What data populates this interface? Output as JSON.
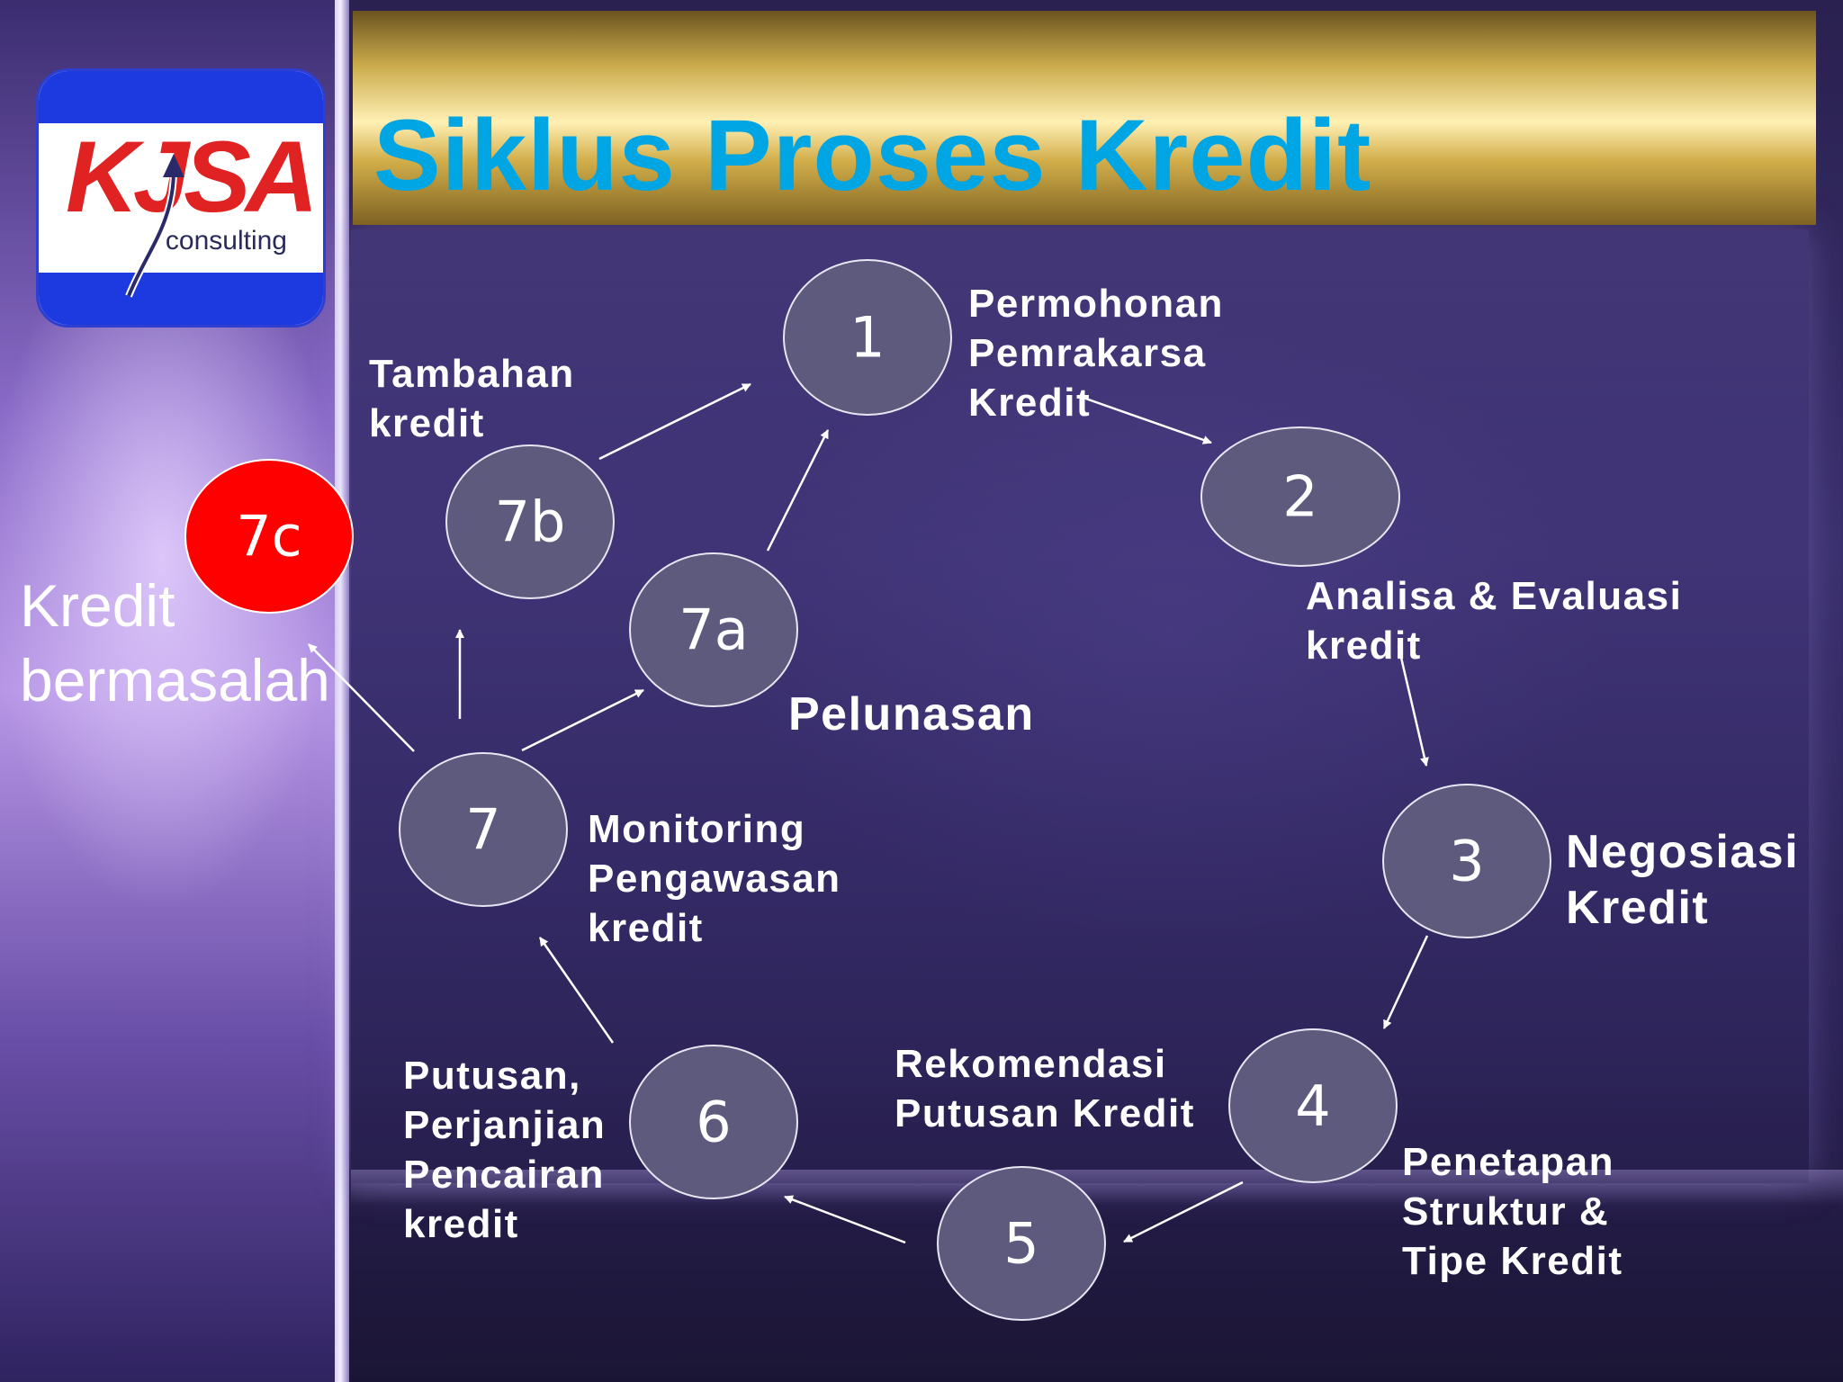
{
  "title": "Siklus Proses Kredit",
  "logo": {
    "word": "KJSA",
    "subtitle": "consulting"
  },
  "colors": {
    "title_blue": "#00a6e4",
    "node_fill": "#5e5a7e",
    "alert_red": "#ff0000",
    "gold": "#d2ae4a",
    "logo_blue": "#1d3ae0",
    "logo_red": "#e02222"
  },
  "nodes": [
    {
      "id": "1",
      "label": "1"
    },
    {
      "id": "2",
      "label": "2"
    },
    {
      "id": "3",
      "label": "3"
    },
    {
      "id": "4",
      "label": "4"
    },
    {
      "id": "5",
      "label": "5"
    },
    {
      "id": "6",
      "label": "6"
    },
    {
      "id": "7",
      "label": "7"
    },
    {
      "id": "7a",
      "label": "7a"
    },
    {
      "id": "7b",
      "label": "7b"
    },
    {
      "id": "7c",
      "label": "7c"
    }
  ],
  "labels": {
    "n1": "Permohonan\nPemrakarsa\nKredit",
    "n2": "Analisa & Evaluasi\nkredit",
    "n3": "Negosiasi\nKredit",
    "n4": "Penetapan\nStruktur &\nTipe Kredit",
    "n5": "Rekomendasi\nPutusan Kredit",
    "n6": "Putusan,\nPerjanjian\nPencairan\nkredit",
    "n7": "Monitoring\nPengawasan\nkredit",
    "n7a": "Pelunasan",
    "n7b": "Tambahan\nkredit",
    "n7c": "Kredit\nbermasalah"
  },
  "edges": [
    [
      "1",
      "2"
    ],
    [
      "2",
      "3"
    ],
    [
      "3",
      "4"
    ],
    [
      "4",
      "5"
    ],
    [
      "5",
      "6"
    ],
    [
      "6",
      "7"
    ],
    [
      "7",
      "7a"
    ],
    [
      "7",
      "7b"
    ],
    [
      "7",
      "7c"
    ],
    [
      "7a",
      "1"
    ],
    [
      "7b",
      "1"
    ]
  ]
}
